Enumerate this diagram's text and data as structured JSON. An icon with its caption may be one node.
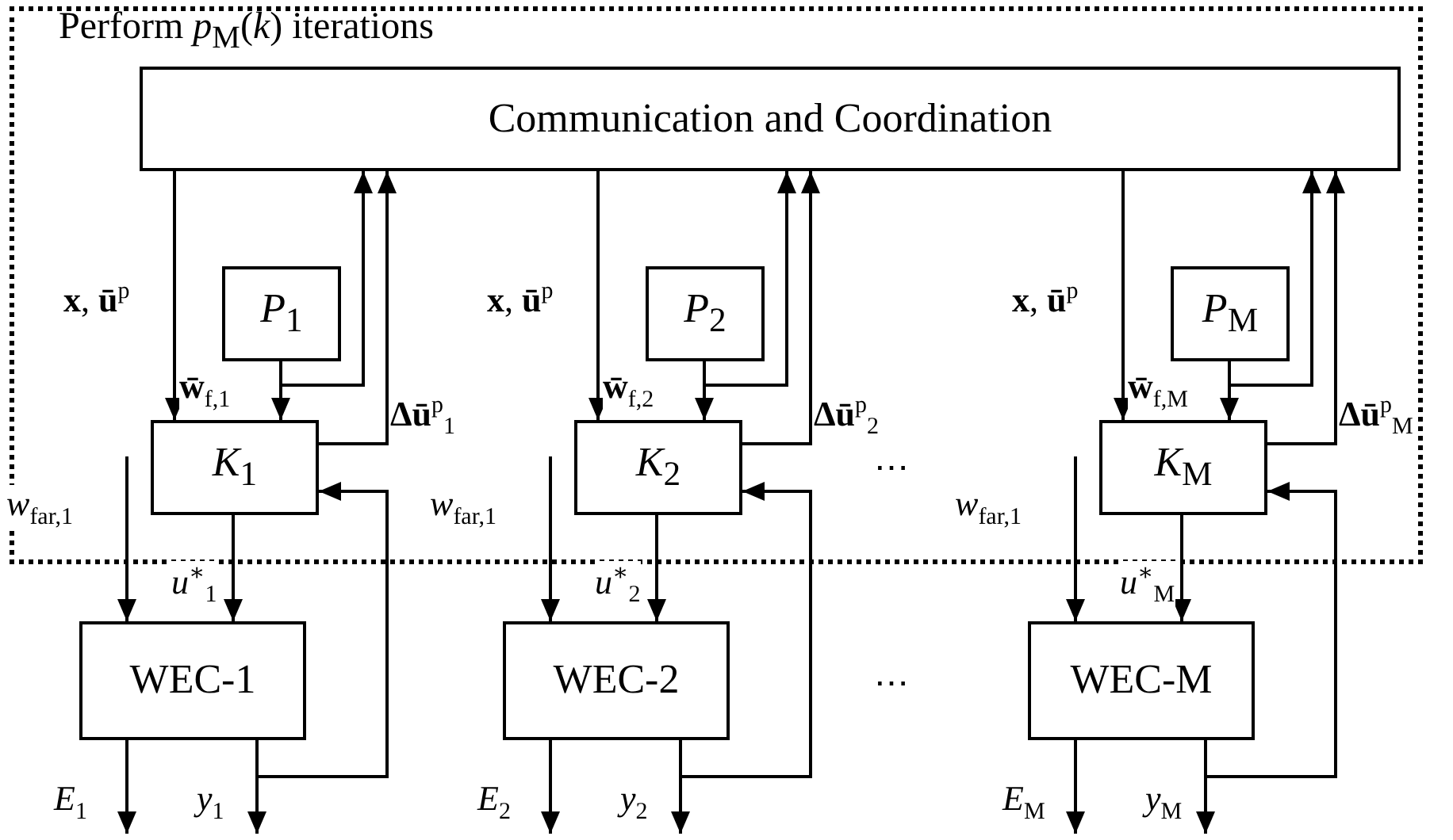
{
  "diagram": {
    "nodes": [
      {
        "text": [
          "Perform *p*$_{M}$(*k*) iterations"
        ]
      },
      {
        "text": [
          "Communication and Coordination"
        ],
        "in": 0
      },
      {
        "text": [
          "*P*$_{1}$"
        ],
        "in": 0
      },
      {
        "text": [
          "*K*$_{1}$"
        ],
        "in": 0
      },
      {
        "text": [
          "WEC-1"
        ]
      },
      {
        "text": [
          "*P*$_{2}$"
        ],
        "in": 0
      },
      {
        "text": [
          "*K*$_{2}$"
        ],
        "in": 0
      },
      {
        "text": [
          "WEC-2"
        ]
      },
      {
        "text": [
          "*P*$_{M}$"
        ],
        "in": 0
      },
      {
        "text": [
          "*K*$_{M}$"
        ],
        "in": 0
      },
      {
        "text": [
          "WEC-M"
        ]
      }
    ],
    "edges": [
      {
        "from": 1,
        "to": 3,
        "arrow": "to",
        "label": "**x**, **ū**$^{p}$"
      },
      {
        "from": 2,
        "to": 3,
        "arrow": "to",
        "label": "**w̄**$_{f,1}$"
      },
      {
        "from": 2,
        "to": 1,
        "arrow": "to"
      },
      {
        "from": 3,
        "to": 1,
        "arrow": "to",
        "label": "**Δū**$^{p}$$_{1}$"
      },
      {
        "from": null,
        "to": 4,
        "arrow": "to",
        "label": "*w*$_{far,1}$"
      },
      {
        "from": 3,
        "to": 4,
        "arrow": "to",
        "label": "*u*$^{∗}$$_{1}$"
      },
      {
        "from": 4,
        "to": null,
        "arrow": "to",
        "label": "*E*$_{1}$"
      },
      {
        "from": 4,
        "to": null,
        "arrow": "to",
        "label": "*y*$_{1}$"
      },
      {
        "from": 4,
        "to": 3,
        "arrow": "to"
      },
      {
        "from": 1,
        "to": 6,
        "arrow": "to",
        "label": "**x**, **ū**$^{p}$"
      },
      {
        "from": 5,
        "to": 6,
        "arrow": "to",
        "label": "**w̄**$_{f,2}$"
      },
      {
        "from": 5,
        "to": 1,
        "arrow": "to"
      },
      {
        "from": 6,
        "to": 1,
        "arrow": "to",
        "label": "**Δū**$^{p}$$_{2}$"
      },
      {
        "from": null,
        "to": 7,
        "arrow": "to",
        "label": "*w*$_{far,1}$"
      },
      {
        "from": 6,
        "to": 7,
        "arrow": "to",
        "label": "*u*$^{∗}$$_{2}$"
      },
      {
        "from": 7,
        "to": null,
        "arrow": "to",
        "label": "*E*$_{2}$"
      },
      {
        "from": 7,
        "to": null,
        "arrow": "to",
        "label": "*y*$_{2}$"
      },
      {
        "from": 7,
        "to": 6,
        "arrow": "to"
      },
      {
        "from": 1,
        "to": 9,
        "arrow": "to",
        "label": "**x**, **ū**$^{p}$"
      },
      {
        "from": 8,
        "to": 9,
        "arrow": "to",
        "label": "**w̄**$_{f,M}$"
      },
      {
        "from": 8,
        "to": 1,
        "arrow": "to"
      },
      {
        "from": 9,
        "to": 1,
        "arrow": "to",
        "label": "**Δū**$^{p}$$_{M}$"
      },
      {
        "from": null,
        "to": 10,
        "arrow": "to",
        "label": "*w*$_{far,1}$"
      },
      {
        "from": 9,
        "to": 10,
        "arrow": "to",
        "label": "*u*$^{∗}$$_{M}$"
      },
      {
        "from": 10,
        "to": null,
        "arrow": "to",
        "label": "*E*$_{M}$"
      },
      {
        "from": 10,
        "to": null,
        "arrow": "to",
        "label": "*y*$_{M}$"
      },
      {
        "from": 10,
        "to": 9,
        "arrow": "to"
      }
    ],
    "labels": [
      "⋯",
      "⋯"
    ]
  }
}
